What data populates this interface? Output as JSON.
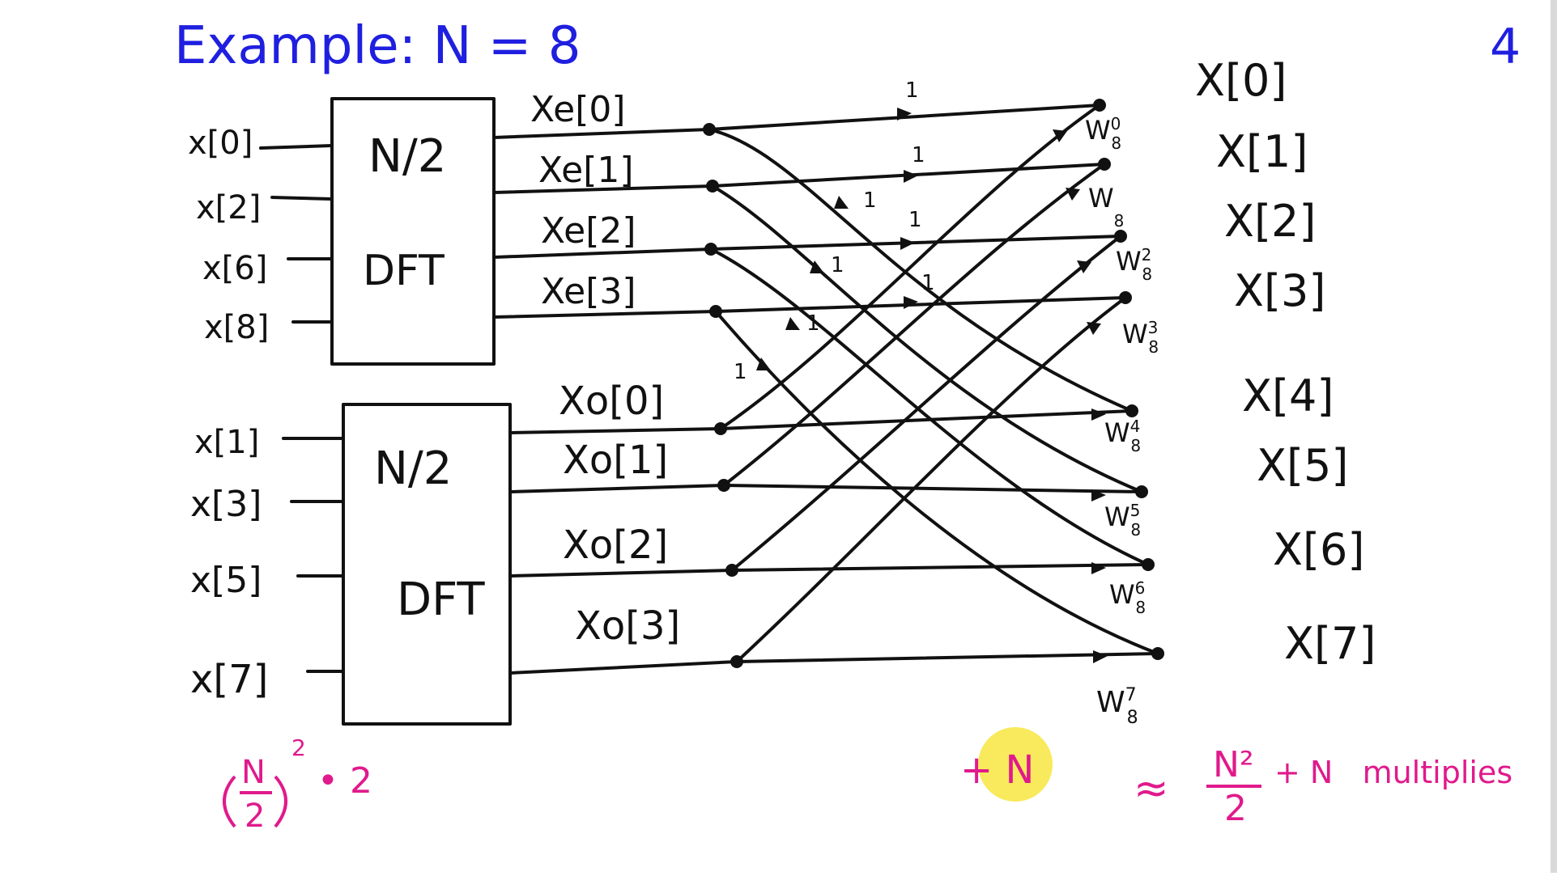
{
  "slide": {
    "title": "Example:  N = 8",
    "page_number": "4"
  },
  "blocks": {
    "top": {
      "line1": "N/2",
      "line2": "DFT",
      "inputs": [
        "x[0]",
        "x[2]",
        "x[6]",
        "x[8]"
      ]
    },
    "bottom": {
      "line1": "N/2",
      "line2": "DFT",
      "inputs": [
        "x[1]",
        "x[3]",
        "x[5]",
        "x[7]"
      ]
    }
  },
  "intermediate": {
    "even": [
      "Xe[0]",
      "Xe[1]",
      "Xe[2]",
      "Xe[3]"
    ],
    "odd": [
      "Xo[0]",
      "Xo[1]",
      "Xo[2]",
      "Xo[3]"
    ]
  },
  "outputs": [
    "X[0]",
    "X[1]",
    "X[2]",
    "X[3]",
    "X[4]",
    "X[5]",
    "X[6]",
    "X[7]"
  ],
  "twiddles": [
    {
      "base": "W",
      "sup": "0",
      "sub": "8"
    },
    {
      "base": "W",
      "sup": "",
      "sub": "8"
    },
    {
      "base": "W",
      "sup": "2",
      "sub": "8"
    },
    {
      "base": "W",
      "sup": "3",
      "sub": "8"
    },
    {
      "base": "W",
      "sup": "4",
      "sub": "8"
    },
    {
      "base": "W",
      "sup": "5",
      "sub": "8"
    },
    {
      "base": "W",
      "sup": "6",
      "sub": "8"
    },
    {
      "base": "W",
      "sup": "7",
      "sub": "8"
    }
  ],
  "branch_gain": "1",
  "annotations": {
    "left_formula": {
      "numerator": "N",
      "denominator": "2",
      "exponent": "2",
      "times": "• 2"
    },
    "plus_n": "+ N",
    "approx": "≈",
    "right_formula": {
      "numerator": "N²",
      "denominator": "2",
      "rest": "+ N   multiplies"
    }
  },
  "colors": {
    "ink": "#111111",
    "title": "#1f1fe0",
    "annotation": "#e01a8c",
    "highlight": "#f7e84a"
  }
}
